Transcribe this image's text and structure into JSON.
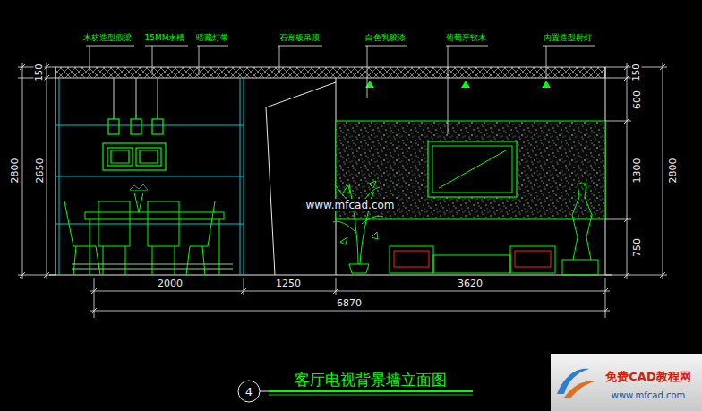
{
  "diagram": {
    "title": "客厅电视背景墙立面图",
    "labels": [
      "木枋造型假梁",
      "15MM水槽",
      "暗藏灯带",
      "石膏板吊顶",
      "白色乳胶漆",
      "葡萄牙软木",
      "内置造型射灯",
      "150",
      "2650",
      "2800",
      "150",
      "600",
      "1300",
      "750",
      "2800",
      "2000",
      "1250",
      "3620",
      "6870",
      "www.mfcad.com",
      "4",
      "免费CAD教程网",
      "www.mfcad.com"
    ]
  }
}
